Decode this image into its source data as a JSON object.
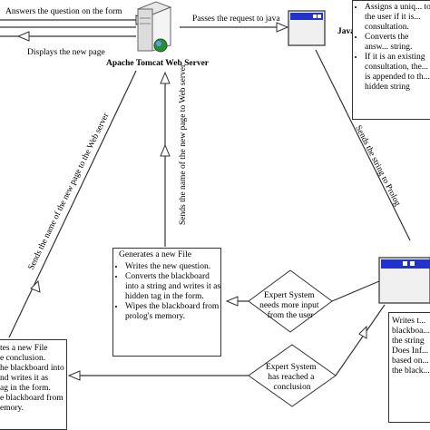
{
  "labels": {
    "answers_question": "Answers the question on the form",
    "displays_new_page": "Displays the new page",
    "apache_server": "Apache Tomcat Web Server",
    "passes_request": "Passes the request to java",
    "java": "Java",
    "sends_name_new_page_left": "Sends the name of the new page to the Web server",
    "sends_name_new_page_mid": "Sends the name of the new page to Web server",
    "sends_string_prolog": "Sends the string to Prolog",
    "expert_needs_input": "Expert System needs more input from the user",
    "expert_conclusion": "Expert System has reached a conclusion"
  },
  "java_box": {
    "items": [
      "Assigns a uniq... to the user if it is... consultation.",
      "Converts the answ... string.",
      "If it is an existing consultation, the... is appended to th... hidden string"
    ]
  },
  "middle_box": {
    "title": "Generates a new File",
    "items": [
      "Writes the new question.",
      "Converts the blackboard into a string and writes it as hidden tag in the form.",
      "Wipes the blackboard from prolog's memory."
    ]
  },
  "left_box": {
    "lines": [
      "tes a new File",
      "e conclusion.",
      "he blackboard into",
      "nd writes it as",
      "ag in the form.",
      "e blackboard from",
      "emory."
    ]
  },
  "prolog_box": {
    "lines": [
      "Writes t...",
      "blackboa...",
      "the string",
      "Does Inf...",
      "based on...",
      "the black..."
    ]
  },
  "colors": {
    "window_blue": "#2233cc",
    "window_frame": "#555555",
    "line": "#333333"
  }
}
